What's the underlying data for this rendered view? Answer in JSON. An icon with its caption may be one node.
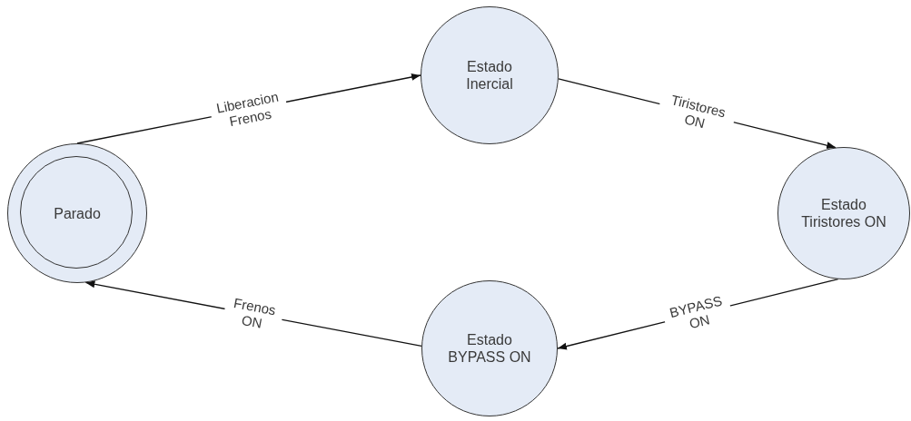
{
  "diagram": {
    "nodes": [
      {
        "text": [
          "Parado"
        ]
      },
      {
        "text": [
          "Estado Inercial"
        ]
      },
      {
        "text": [
          "Estado Tiristores ON"
        ]
      },
      {
        "text": [
          "Estado BYPASS ON"
        ]
      }
    ],
    "edges": [
      {
        "from": 0,
        "to": 1,
        "arrow": "to",
        "label": "Liberacion Frenos"
      },
      {
        "from": 1,
        "to": 2,
        "arrow": "to",
        "label": "Tiristores ON"
      },
      {
        "from": 2,
        "to": 3,
        "arrow": "to",
        "label": "BYPASS ON"
      },
      {
        "from": 3,
        "to": 0,
        "arrow": "to",
        "label": "Frenos ON"
      }
    ]
  }
}
